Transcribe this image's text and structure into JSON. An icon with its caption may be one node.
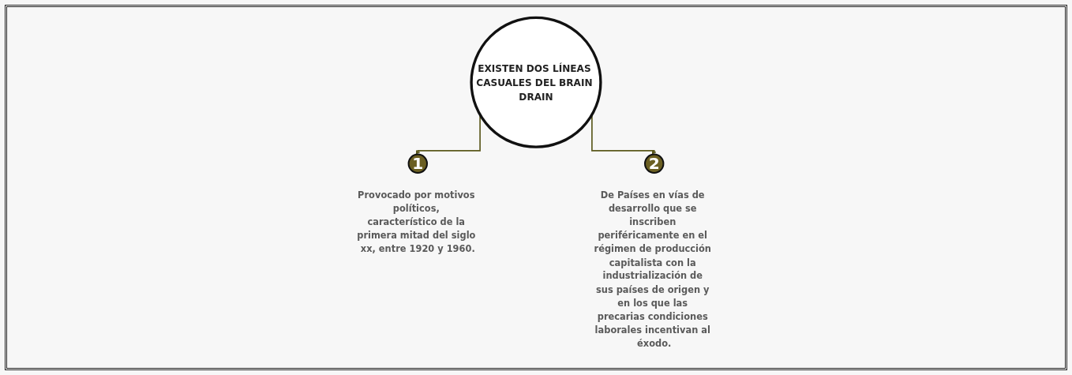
{
  "diagram": {
    "nodes": [
      {
        "text": [
          "EXISTEN DOS LÍNEAS CASUALES DEL BRAIN DRAIN"
        ]
      },
      {
        "text": [
          "1"
        ],
        "beside": [
          "Provocado por motivos políticos, característico de la primera mitad del siglo xx, entre 1920 y 1960."
        ]
      },
      {
        "text": [
          "2"
        ],
        "beside": [
          "De Países en vías de desarrollo que se inscriben periféricamente en el régimen de producción capitalista con la industrialización de sus países de origen y en los que las precarias condiciones laborales incentivan al éxodo."
        ]
      }
    ],
    "edges": [
      {
        "from": 0,
        "to": 1,
        "arrow": "to"
      },
      {
        "from": 0,
        "to": 2,
        "arrow": "to"
      }
    ]
  }
}
